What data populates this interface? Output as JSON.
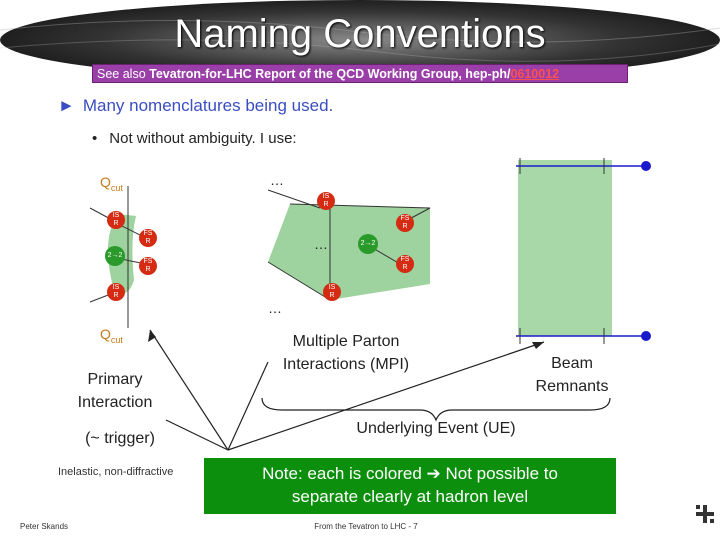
{
  "slide": {
    "title": "Naming Conventions",
    "subtitle_prefix": "See also ",
    "subtitle_bold": "Tevatron-for-LHC Report of the QCD Working Group, hep-ph/",
    "subtitle_ref": "0610012",
    "bullet_level1": "Many nomenclatures being used.",
    "bullet_level2": "Not without ambiguity. I use:"
  },
  "diagram": {
    "qcut_top": "Q",
    "qcut_top_sub": "cut",
    "qcut_bottom": "Q",
    "qcut_bottom_sub": "cut",
    "ellipsis": "…",
    "isr_label": "IS\nR",
    "fsr_label": "FS\nR",
    "hard_label": "2→2",
    "primary_interaction": "Primary\nInteraction",
    "trigger": "(~ trigger)",
    "inelastic": "Inelastic, non-diffractive",
    "mpi": "Multiple Parton\nInteractions (MPI)",
    "beam_remnants": "Beam\nRemnants",
    "underlying_event": "Underlying Event (UE)",
    "note_line1": "Note: each is colored ➔ Not possible to",
    "note_line2": "separate clearly at hadron level"
  },
  "footer": {
    "author": "Peter Skands",
    "center": "From the Tevatron to LHC - 7"
  },
  "colors": {
    "title_band": "#3a3a3a",
    "subtitle_bg": "#9a3fa8",
    "bullet_blue": "#3a4ec0",
    "node_red": "#d42b12",
    "node_green": "#2a9a2a",
    "blob_green": "#9ed29e",
    "beam_green": "#a8d8a8",
    "note_green": "#0c8f0c",
    "beam_dot": "#1a1acc"
  },
  "icons": {
    "bullet_arrow": "triangle-right-icon",
    "footer_logo": "fermilab-logo-icon"
  }
}
